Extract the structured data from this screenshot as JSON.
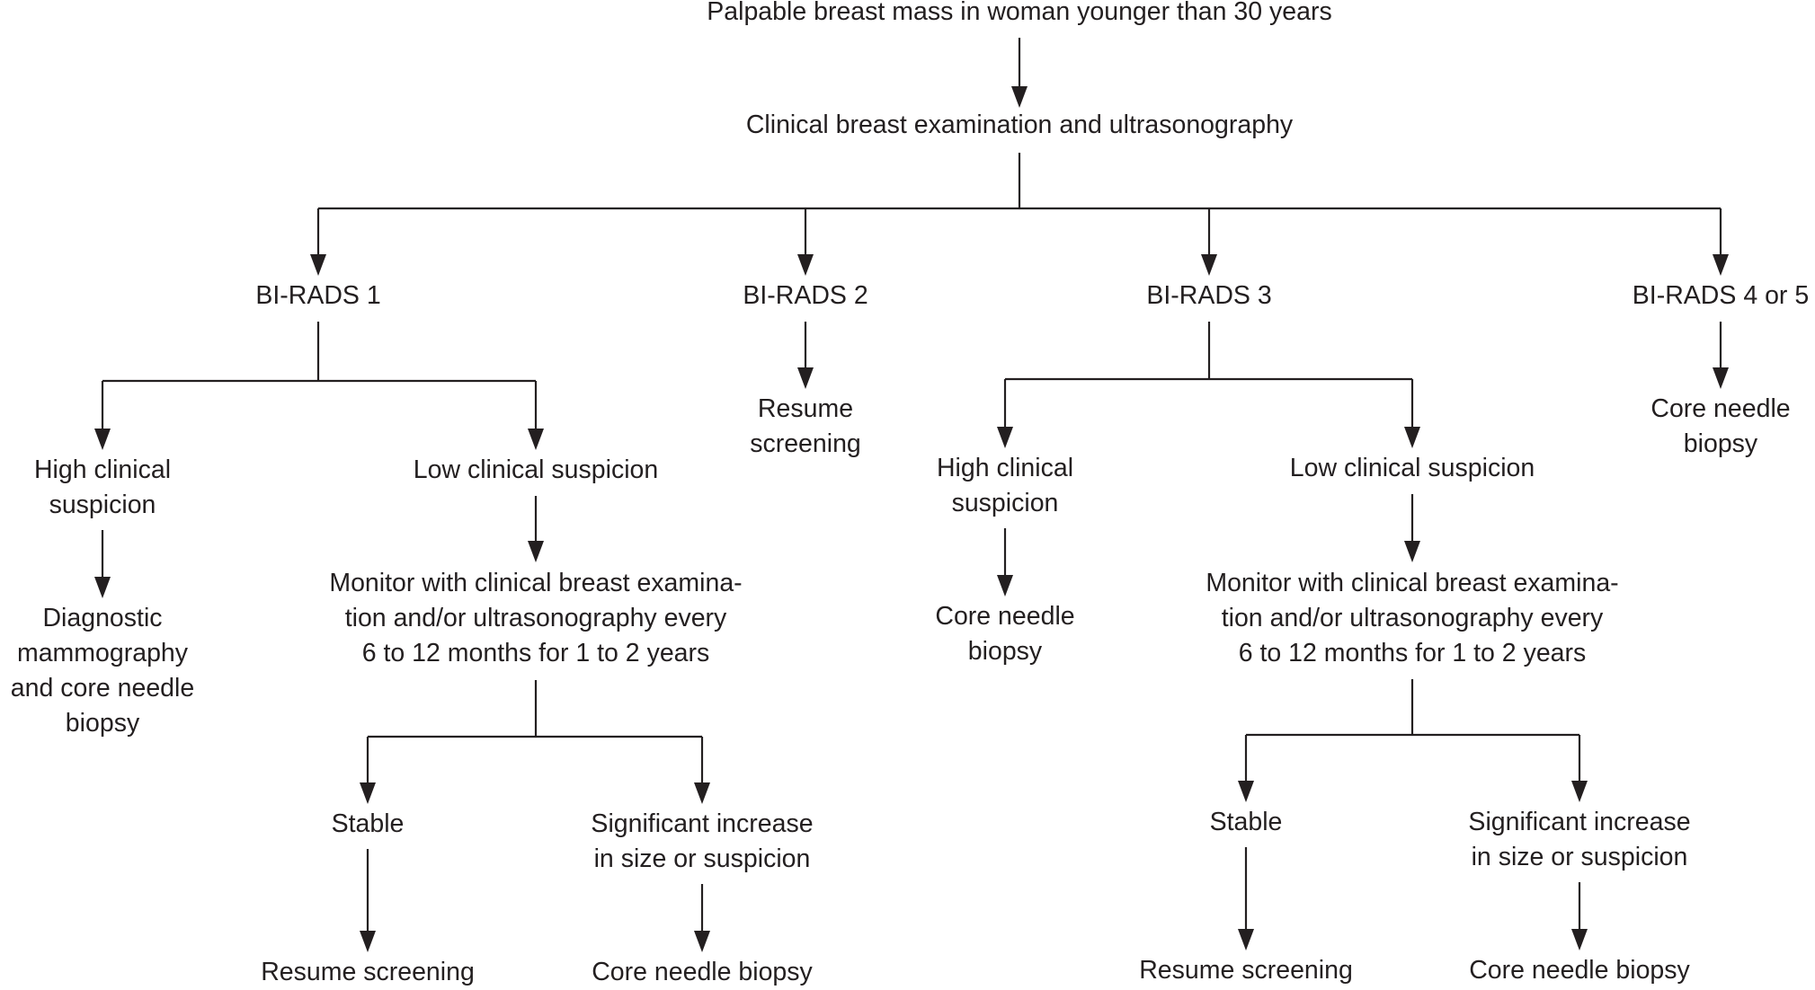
{
  "flowchart": {
    "root": [
      "Palpable breast mass in woman younger than 30 years"
    ],
    "exam": [
      "Clinical breast examination and ultrasonography"
    ],
    "birads1": [
      "BI-RADS 1"
    ],
    "birads2": [
      "BI-RADS 2"
    ],
    "birads3": [
      "BI-RADS 3"
    ],
    "birads45": [
      "BI-RADS 4 or 5"
    ],
    "b1_high": [
      "High clinical",
      "suspicion"
    ],
    "b1_low": [
      "Low clinical suspicion"
    ],
    "b1_high_action": [
      "Diagnostic",
      "mammography",
      "and core needle",
      "biopsy"
    ],
    "b1_monitor": [
      "Monitor with clinical breast examina-",
      "tion and/or ultrasonography every",
      "6 to 12 months for 1 to 2 years"
    ],
    "b1_stable": [
      "Stable"
    ],
    "b1_increase": [
      "Significant increase",
      "in size or suspicion"
    ],
    "b1_stable_action": [
      "Resume screening"
    ],
    "b1_increase_action": [
      "Core needle biopsy"
    ],
    "b2_action": [
      "Resume",
      "screening"
    ],
    "b3_high": [
      "High clinical",
      "suspicion"
    ],
    "b3_low": [
      "Low clinical suspicion"
    ],
    "b3_high_action": [
      "Core needle",
      "biopsy"
    ],
    "b3_monitor": [
      "Monitor with clinical breast examina-",
      "tion and/or ultrasonography every",
      "6 to 12 months for 1 to 2 years"
    ],
    "b3_stable": [
      "Stable"
    ],
    "b3_increase": [
      "Significant increase",
      "in size or suspicion"
    ],
    "b3_stable_action": [
      "Resume screening"
    ],
    "b3_increase_action": [
      "Core needle biopsy"
    ],
    "b45_action": [
      "Core needle",
      "biopsy"
    ]
  },
  "colors": {
    "text": "#231f20",
    "line": "#231f20",
    "background": "#ffffff"
  }
}
